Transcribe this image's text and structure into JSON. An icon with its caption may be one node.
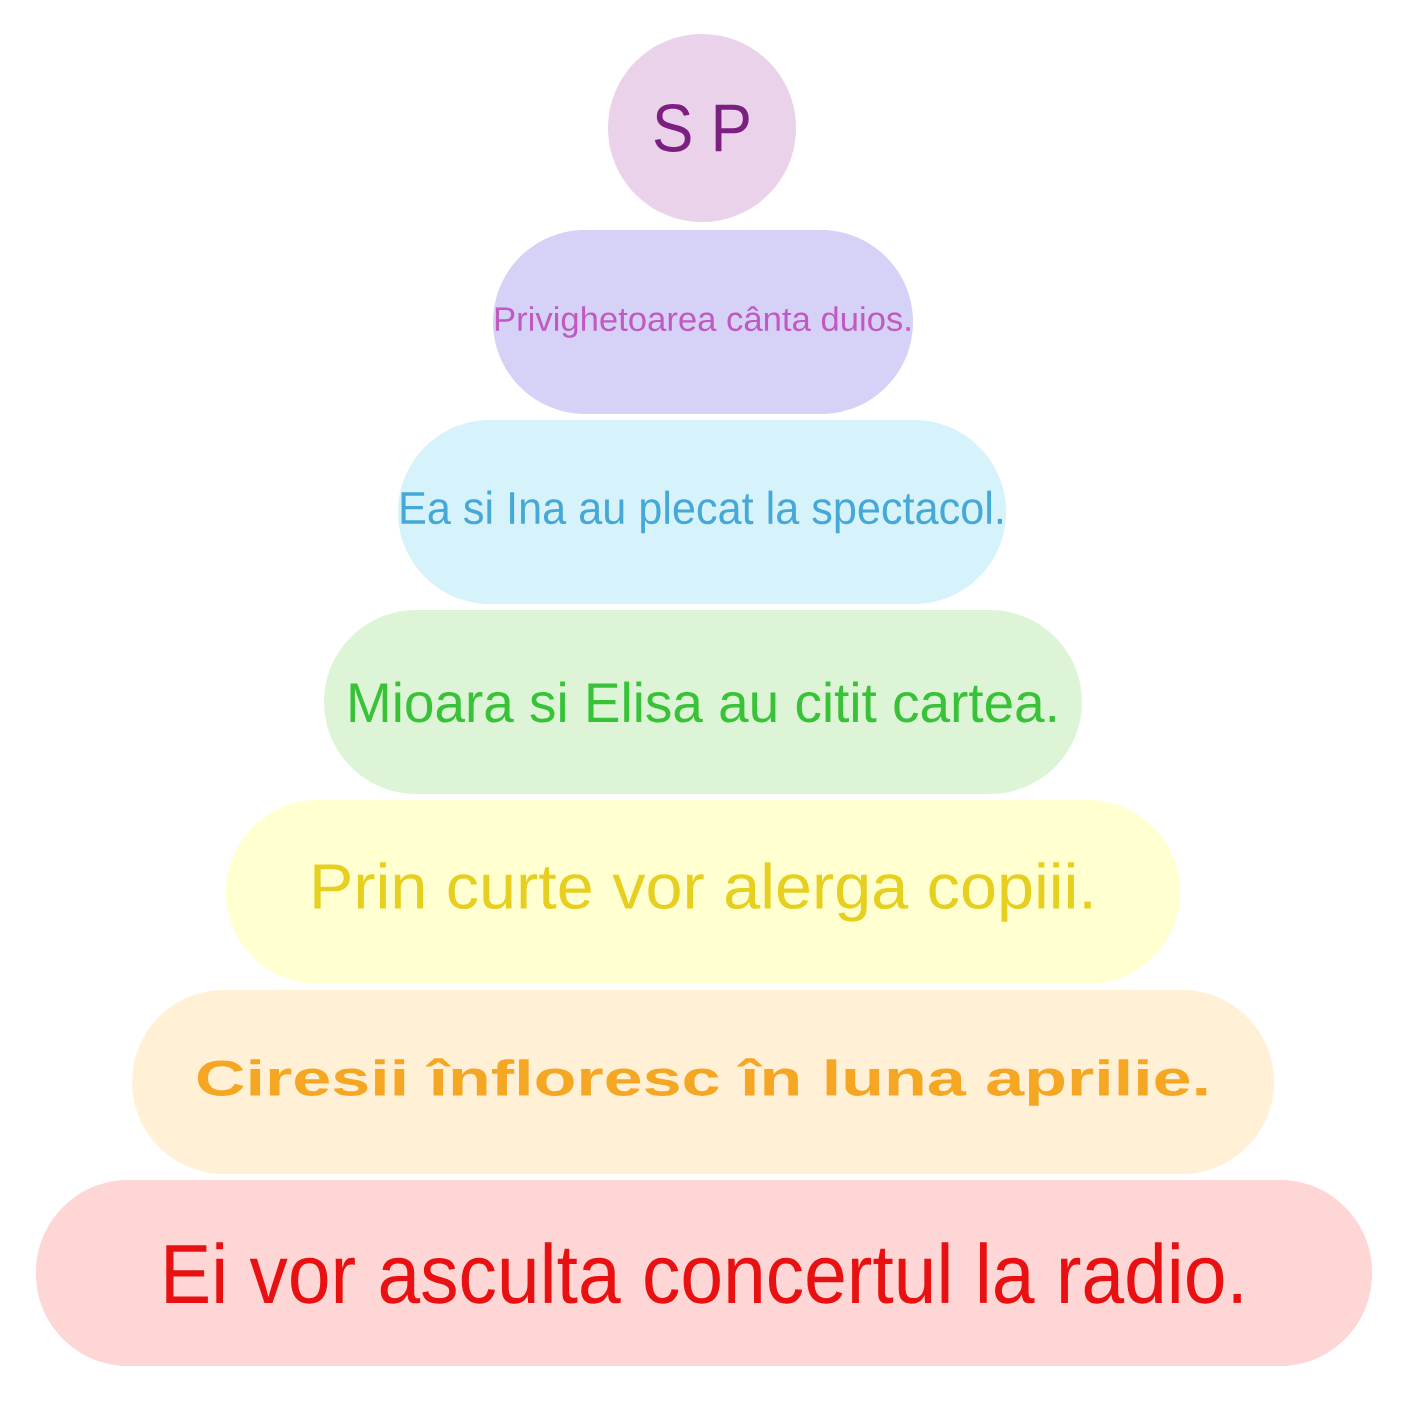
{
  "diagram": {
    "nodes": [
      {
        "text": [
          "S P"
        ]
      },
      {
        "text": [
          "Privighetoarea cânta duios."
        ]
      },
      {
        "text": [
          "Ea si Ina au plecat la spectacol."
        ]
      },
      {
        "text": [
          "Mioara si Elisa au citit cartea."
        ]
      },
      {
        "text": [
          "Prin  curte vor alerga copiii."
        ]
      },
      {
        "text": [
          "Ciresii înfloresc în luna aprilie."
        ]
      },
      {
        "text": [
          "Ei vor asculta concertul la radio."
        ]
      }
    ]
  }
}
